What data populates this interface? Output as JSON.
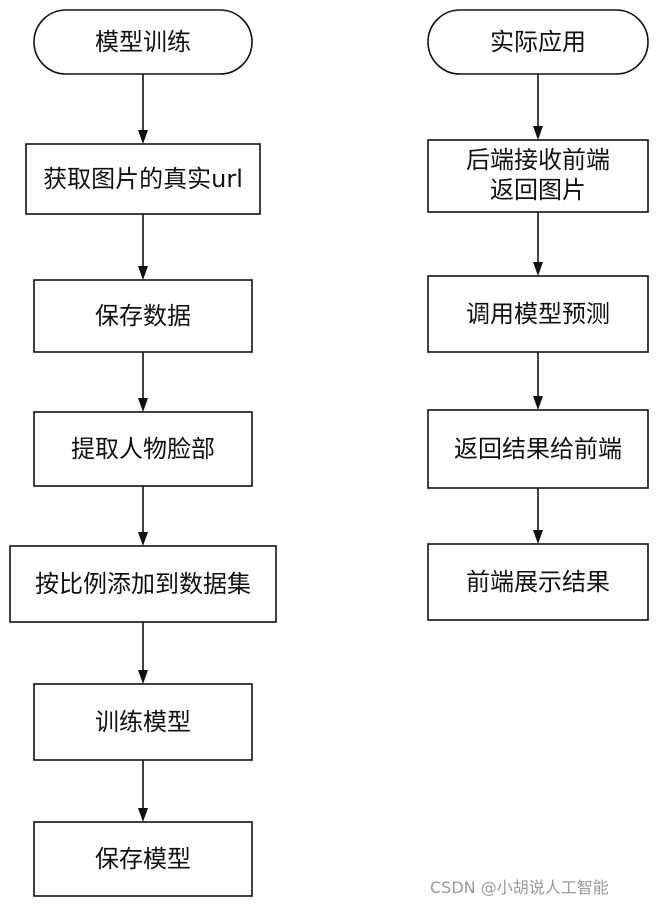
{
  "left_flow": {
    "start": "模型训练",
    "steps": [
      "获取图片的真实url",
      "保存数据",
      "提取人物脸部",
      "按比例添加到数据集",
      "训练模型",
      "保存模型"
    ]
  },
  "right_flow": {
    "start": "实际应用",
    "steps": [
      [
        "后端接收前端",
        "返回图片"
      ],
      "调用模型预测",
      "返回结果给前端",
      "前端展示结果"
    ]
  },
  "watermark": "CSDN @小胡说人工智能"
}
